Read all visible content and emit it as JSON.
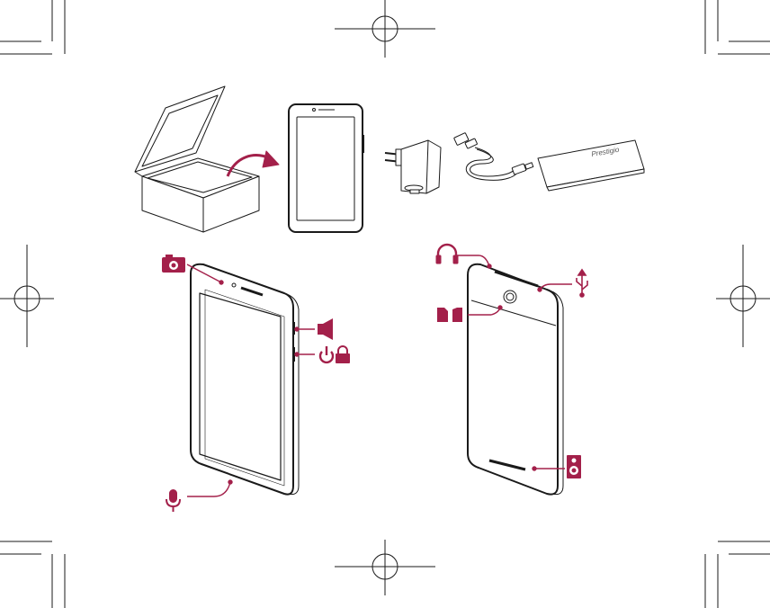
{
  "page": {
    "kind": "tablet quick-start illustration",
    "background": "#ffffff",
    "line_color": "#1a1a1a",
    "accent_color": "#a3204a"
  },
  "package_contents": [
    {
      "name": "gift-box",
      "icon": "open-box"
    },
    {
      "name": "tablet",
      "icon": "tablet-front"
    },
    {
      "name": "charger",
      "icon": "wall-charger"
    },
    {
      "name": "usb-cable",
      "icon": "micro-usb-cable"
    },
    {
      "name": "manual",
      "icon": "booklet"
    }
  ],
  "manual": {
    "brand": "Prestigio"
  },
  "front_view_callouts": [
    {
      "name": "front-camera",
      "icon": "camera-icon"
    },
    {
      "name": "volume",
      "icon": "speaker-icon"
    },
    {
      "name": "power-lock",
      "icon": "power-lock-icon"
    },
    {
      "name": "microphone",
      "icon": "microphone-icon"
    }
  ],
  "back_view_callouts": [
    {
      "name": "headphone-jack",
      "icon": "headphones-icon"
    },
    {
      "name": "card-slots",
      "icon": "sim-sd-icon"
    },
    {
      "name": "usb-port",
      "icon": "usb-icon"
    },
    {
      "name": "loudspeaker",
      "icon": "loudspeaker-icon"
    }
  ]
}
